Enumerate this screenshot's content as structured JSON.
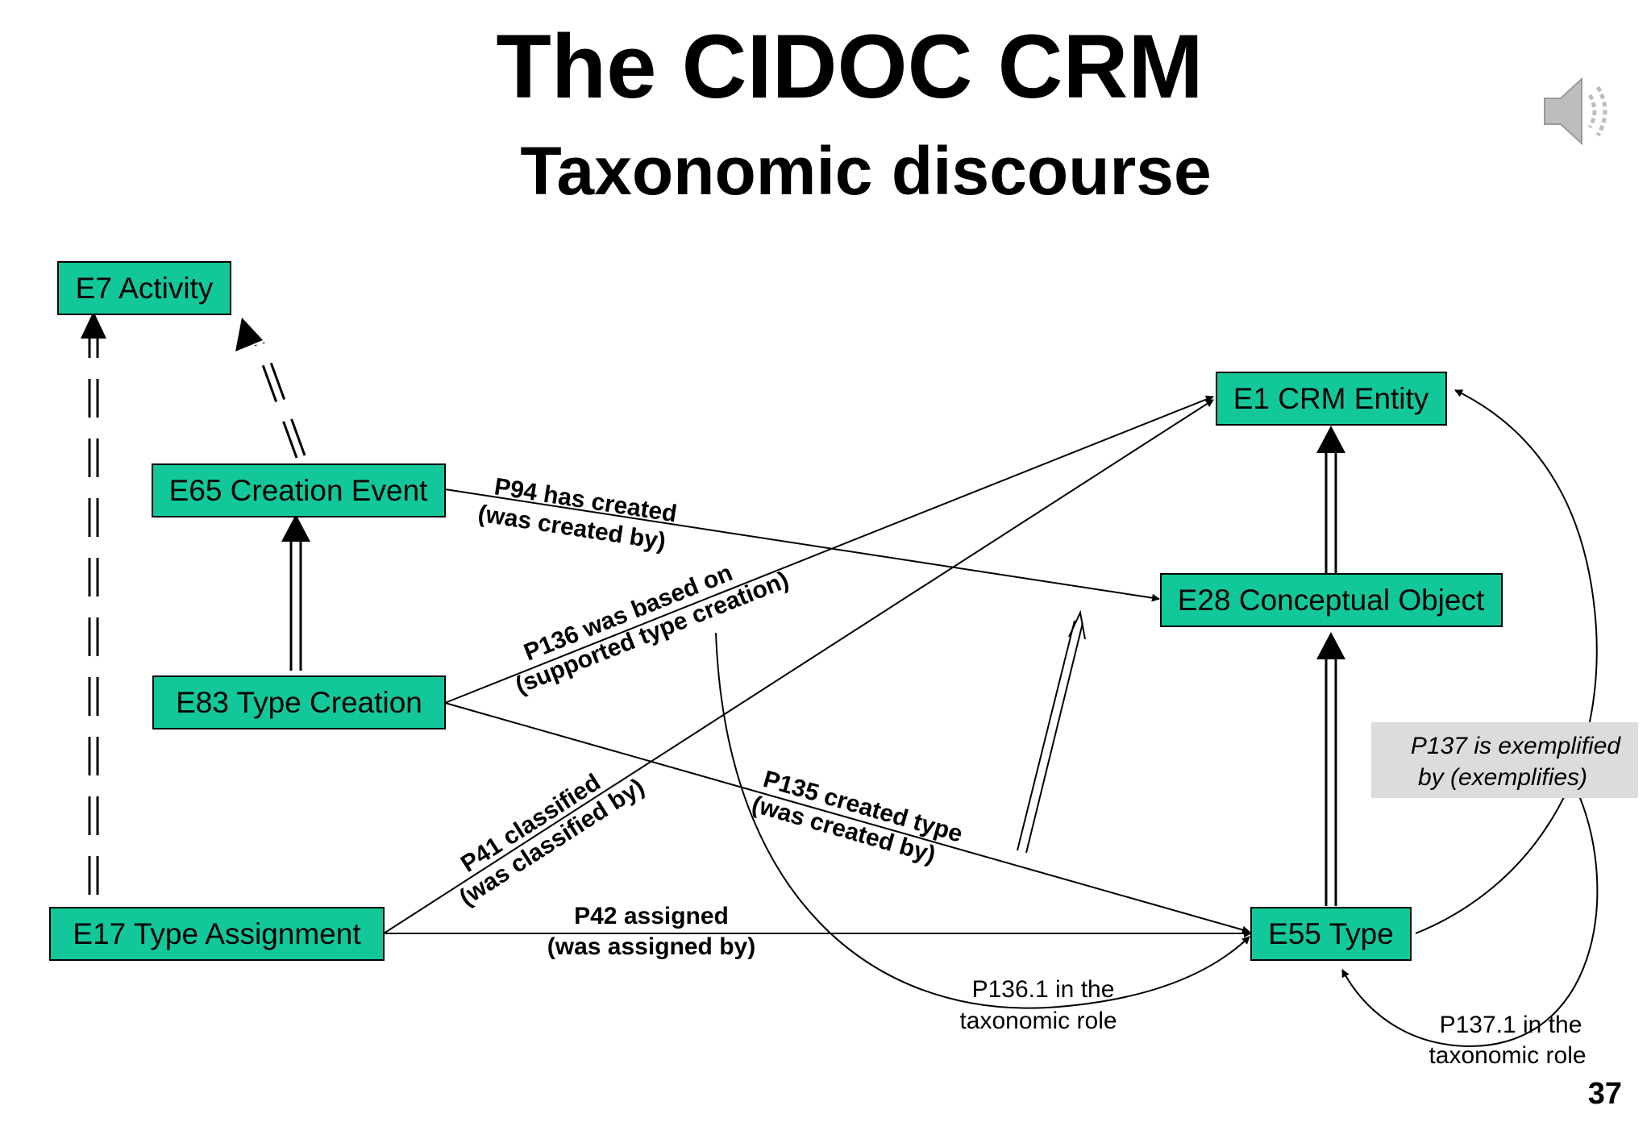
{
  "slide": {
    "title": "The CIDOC CRM",
    "subtitle": "Taxonomic discourse",
    "page_number": "37"
  },
  "colors": {
    "node_fill": "#12c89a",
    "note_fill": "#dcdcdc"
  },
  "icons": {
    "speaker": "speaker-icon"
  },
  "nodes": {
    "e7": "E7 Activity",
    "e65": "E65 Creation Event",
    "e83": "E83  Type Creation",
    "e17": "E17  Type Assignment",
    "e1": "E1 CRM Entity",
    "e28": "E28 Conceptual Object",
    "e55": "E55 Type"
  },
  "properties": {
    "p94": {
      "line1": "P94 has created",
      "line2": "(was created by)"
    },
    "p136": {
      "line1": "P136 was based on",
      "line2": "(supported type creation)"
    },
    "p135": {
      "line1": "P135 created type",
      "line2": "(was created by)"
    },
    "p41": {
      "line1": "P41 classified",
      "line2": "(was classified by)"
    },
    "p42": {
      "line1": "P42 assigned",
      "line2": "(was assigned by)"
    },
    "p137": {
      "line1": "P137 is exemplified",
      "line2": "by (exemplifies)"
    },
    "p136_1": {
      "line1": "P136.1 in the",
      "line2": "taxonomic role"
    },
    "p137_1": {
      "line1": "P137.1 in the",
      "line2": "taxonomic role"
    }
  }
}
